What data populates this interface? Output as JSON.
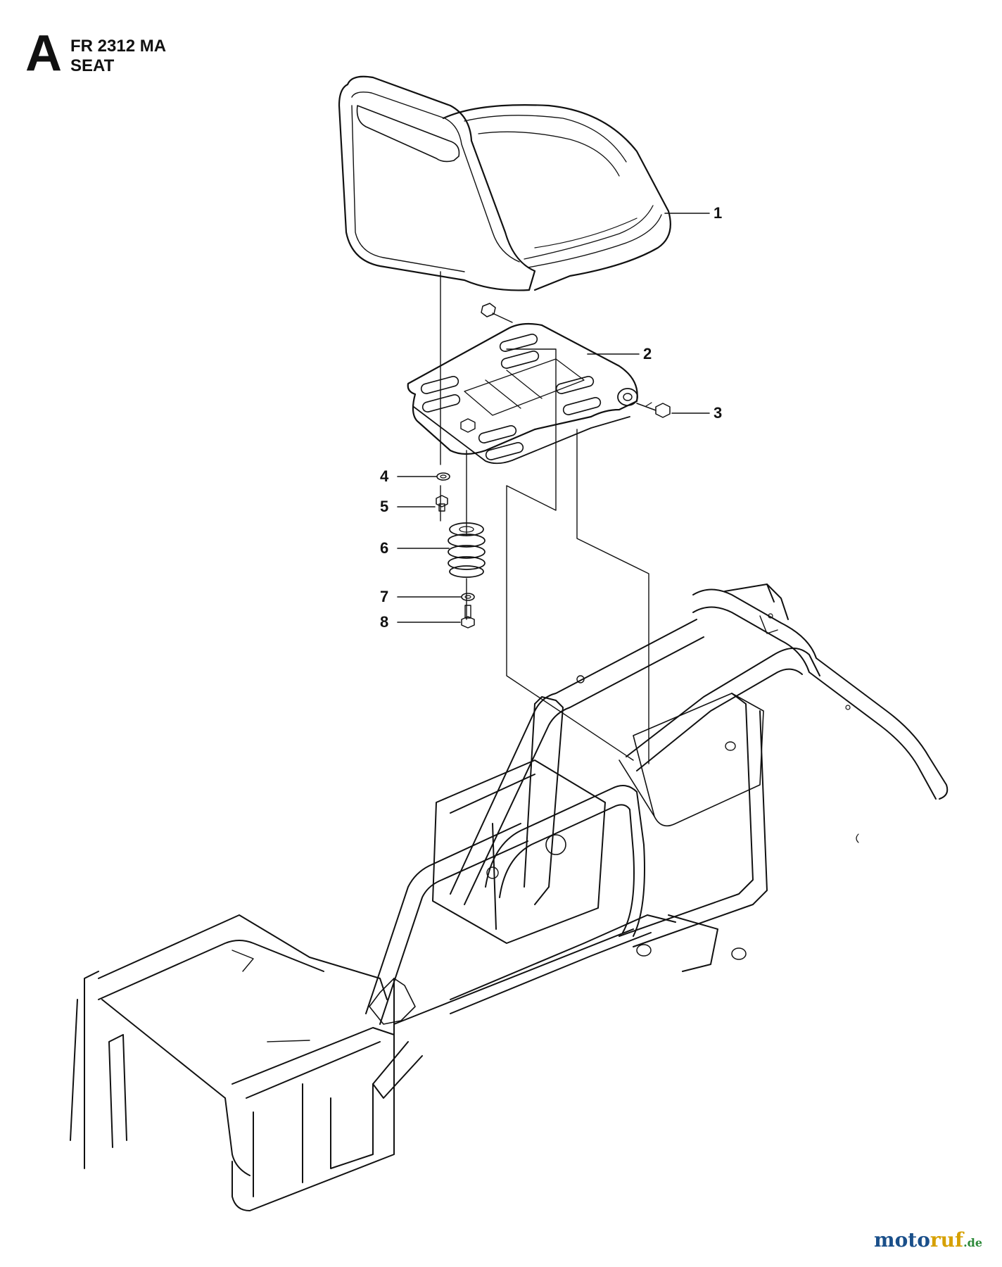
{
  "header": {
    "section_letter": "A",
    "model": "FR 2312 MA",
    "title": "SEAT"
  },
  "callouts": [
    {
      "label": "1",
      "part": "seat"
    },
    {
      "label": "2",
      "part": "seat-plate"
    },
    {
      "label": "3",
      "part": "pivot-bolt"
    },
    {
      "label": "4",
      "part": "washer"
    },
    {
      "label": "5",
      "part": "screw"
    },
    {
      "label": "6",
      "part": "spring"
    },
    {
      "label": "7",
      "part": "washer"
    },
    {
      "label": "8",
      "part": "bolt"
    }
  ],
  "watermark": {
    "part1": "moto",
    "part2": "ruf",
    "part3": ".de"
  },
  "colors": {
    "line": "#111111",
    "watermark_blue": "#1a4f8a",
    "watermark_yellow": "#d6a000",
    "watermark_green": "#2d8a3a"
  }
}
